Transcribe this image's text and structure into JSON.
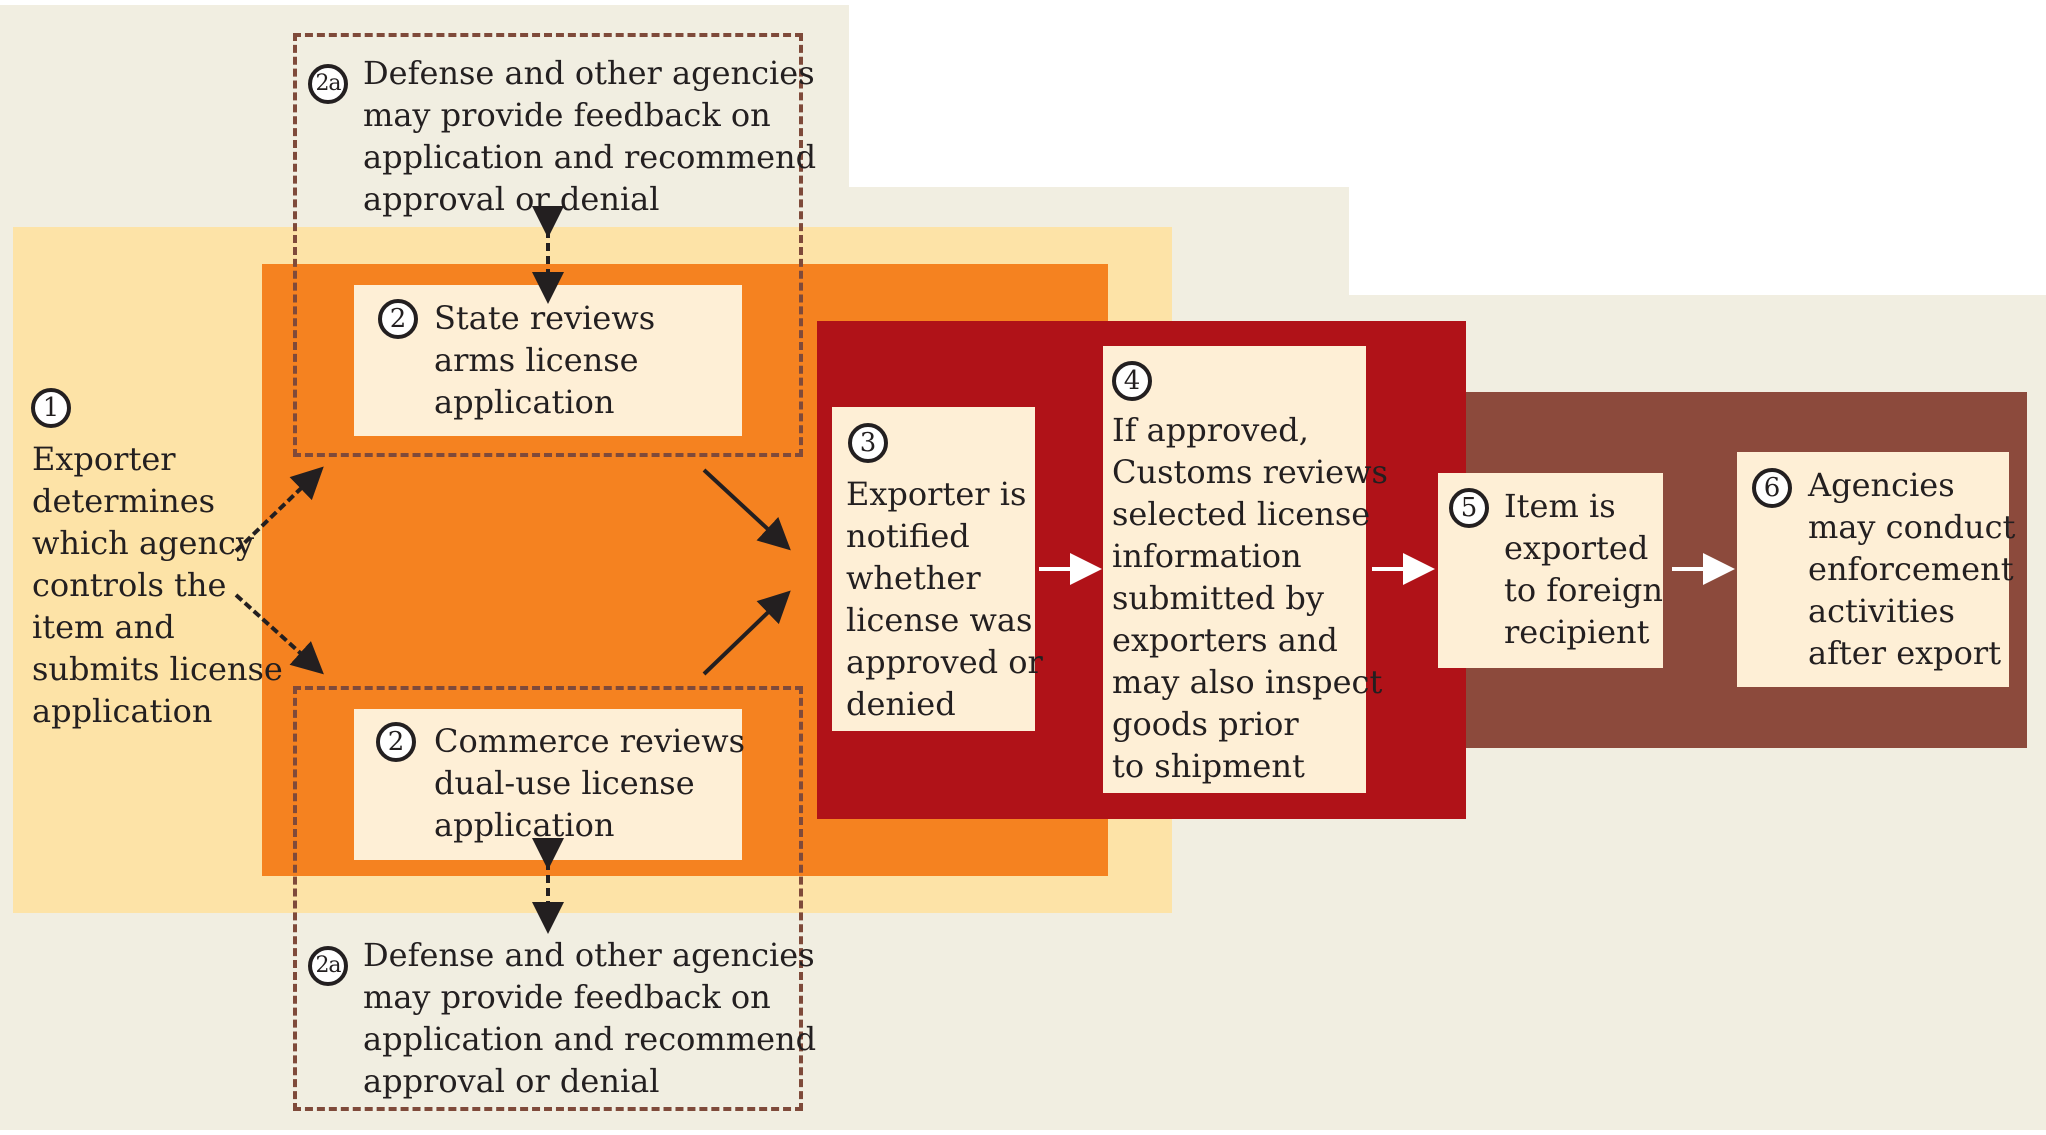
{
  "title": "Export control license process flow",
  "colors": {
    "background": "#f1eee1",
    "stage_1": "#fde3a7",
    "stage_2": "#f58220",
    "stage_3_4": "#b01218",
    "stage_5_6": "#8c4a3c",
    "step_box": "#feefd6",
    "dashed_border": "#7f4a3a"
  },
  "steps": {
    "step1": {
      "number": "1",
      "text": "Exporter\ndetermines\nwhich agency\ncontrols the\nitem and\nsubmits license\napplication"
    },
    "step2_state": {
      "number": "2",
      "text": "State reviews\narms license\napplication"
    },
    "step2_commerce": {
      "number": "2",
      "text": "Commerce reviews\ndual-use license\napplication"
    },
    "step2a_top": {
      "number": "2a",
      "text": "Defense and other agencies\nmay provide feedback on\napplication and recommend\napproval or denial"
    },
    "step2a_bottom": {
      "number": "2a",
      "text": "Defense and other agencies\nmay provide feedback on\napplication and recommend\napproval or denial"
    },
    "step3": {
      "number": "3",
      "text": "Exporter is\nnotified\nwhether\nlicense was\napproved or\ndenied"
    },
    "step4": {
      "number": "4",
      "text": "If approved,\nCustoms reviews\nselected license\ninformation\nsubmitted by\nexporters and\nmay also inspect\ngoods prior\nto shipment"
    },
    "step5": {
      "number": "5",
      "text": "Item is\nexported\nto foreign\nrecipient"
    },
    "step6": {
      "number": "6",
      "text": "Agencies\nmay conduct\nenforcement\nactivities\nafter export"
    }
  }
}
